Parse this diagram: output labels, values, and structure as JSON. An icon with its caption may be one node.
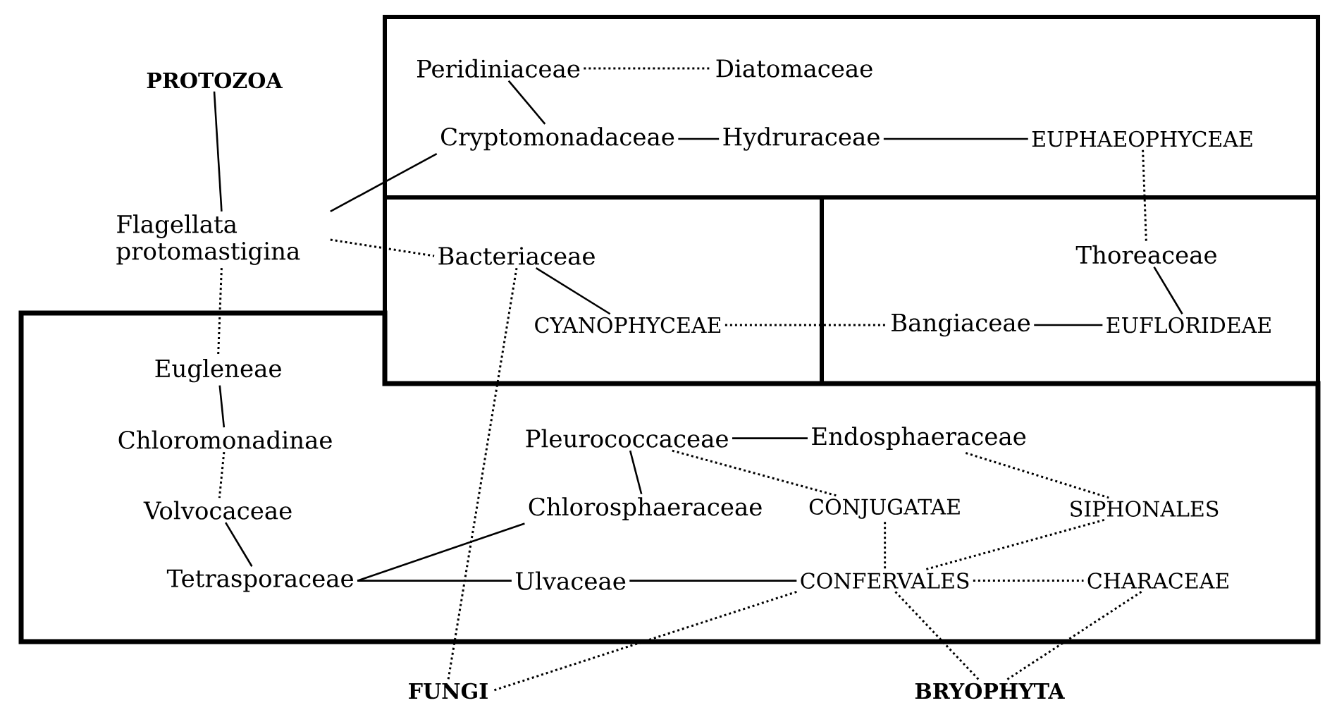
{
  "diagram": {
    "nodes": [
      {
        "text": [],
        "shape": "box"
      },
      {
        "text": [],
        "shape": "box"
      },
      {
        "text": [],
        "shape": "box"
      },
      {
        "text": [],
        "shape": "box"
      },
      {
        "text": [
          "PROTOZOA"
        ]
      },
      {
        "text": [
          "Flagellata protomastigina"
        ]
      },
      {
        "text": [
          "Peridiniaceae"
        ],
        "in": 0
      },
      {
        "text": [
          "Diatomaceae"
        ],
        "in": 0
      },
      {
        "text": [
          "Cryptomonadaceae"
        ],
        "in": 0
      },
      {
        "text": [
          "Hydruraceae"
        ],
        "in": 0
      },
      {
        "text": [
          "EUPHAEOPHYCEAE"
        ],
        "in": 0
      },
      {
        "text": [
          "Bacteriaceae"
        ],
        "in": 1
      },
      {
        "text": [
          "CYANOPHYCEAE"
        ],
        "in": 1
      },
      {
        "text": [
          "Thoreaceae"
        ],
        "in": 2
      },
      {
        "text": [
          "Bangiaceae"
        ],
        "in": 2
      },
      {
        "text": [
          "EUFLORIDEAE"
        ],
        "in": 2
      },
      {
        "text": [
          "Eugleneae"
        ],
        "in": 3
      },
      {
        "text": [
          "Chloromonadinae"
        ],
        "in": 3
      },
      {
        "text": [
          "Volvocaceae"
        ],
        "in": 3
      },
      {
        "text": [
          "Tetrasporaceae"
        ],
        "in": 3
      },
      {
        "text": [
          "Pleurococcaceae"
        ],
        "in": 3
      },
      {
        "text": [
          "Endosphaeraceae"
        ],
        "in": 3
      },
      {
        "text": [
          "Chlorosphaeraceae"
        ],
        "in": 3
      },
      {
        "text": [
          "CONJUGATAE"
        ],
        "in": 3
      },
      {
        "text": [
          "SIPHONALES"
        ],
        "in": 3
      },
      {
        "text": [
          "Ulvaceae"
        ],
        "in": 3
      },
      {
        "text": [
          "CONFERVALES"
        ],
        "in": 3
      },
      {
        "text": [
          "CHARACEAE"
        ],
        "in": 3
      },
      {
        "text": [
          "FUNGI"
        ]
      },
      {
        "text": [
          "BRYOPHYTA"
        ]
      }
    ],
    "edges": [
      {
        "from": 4,
        "to": 5,
        "arrow": "none"
      },
      {
        "from": 6,
        "to": 7,
        "arrow": "none",
        "style": "dashed"
      },
      {
        "from": 6,
        "to": 8,
        "arrow": "none"
      },
      {
        "from": 5,
        "to": 8,
        "arrow": "none"
      },
      {
        "from": 8,
        "to": 9,
        "arrow": "none"
      },
      {
        "from": 9,
        "to": 10,
        "arrow": "none"
      },
      {
        "from": 10,
        "to": 13,
        "arrow": "none",
        "style": "dashed"
      },
      {
        "from": 5,
        "to": 11,
        "arrow": "none",
        "style": "dashed"
      },
      {
        "from": 11,
        "to": 12,
        "arrow": "none"
      },
      {
        "from": 12,
        "to": 14,
        "arrow": "none",
        "style": "dashed"
      },
      {
        "from": 14,
        "to": 15,
        "arrow": "none"
      },
      {
        "from": 13,
        "to": 15,
        "arrow": "none"
      },
      {
        "from": 5,
        "to": 16,
        "arrow": "none",
        "style": "dashed"
      },
      {
        "from": 16,
        "to": 17,
        "arrow": "none"
      },
      {
        "from": 17,
        "to": 18,
        "arrow": "none",
        "style": "dashed"
      },
      {
        "from": 18,
        "to": 19,
        "arrow": "none"
      },
      {
        "from": 19,
        "to": 22,
        "arrow": "none"
      },
      {
        "from": 19,
        "to": 25,
        "arrow": "none"
      },
      {
        "from": 20,
        "to": 22,
        "arrow": "none"
      },
      {
        "from": 20,
        "to": 21,
        "arrow": "none"
      },
      {
        "from": 20,
        "to": 23,
        "arrow": "none",
        "style": "dashed"
      },
      {
        "from": 21,
        "to": 24,
        "arrow": "none",
        "style": "dashed"
      },
      {
        "from": 23,
        "to": 26,
        "arrow": "none",
        "style": "dashed"
      },
      {
        "from": 25,
        "to": 26,
        "arrow": "none"
      },
      {
        "from": 24,
        "to": 26,
        "arrow": "none",
        "style": "dashed"
      },
      {
        "from": 26,
        "to": 27,
        "arrow": "none",
        "style": "dashed"
      },
      {
        "from": 26,
        "to": 29,
        "arrow": "none",
        "style": "dashed"
      },
      {
        "from": 27,
        "to": 29,
        "arrow": "none",
        "style": "dashed"
      },
      {
        "from": 26,
        "to": 28,
        "arrow": "none",
        "style": "dashed"
      },
      {
        "from": 11,
        "to": 28,
        "arrow": "none",
        "style": "dashed"
      }
    ]
  }
}
